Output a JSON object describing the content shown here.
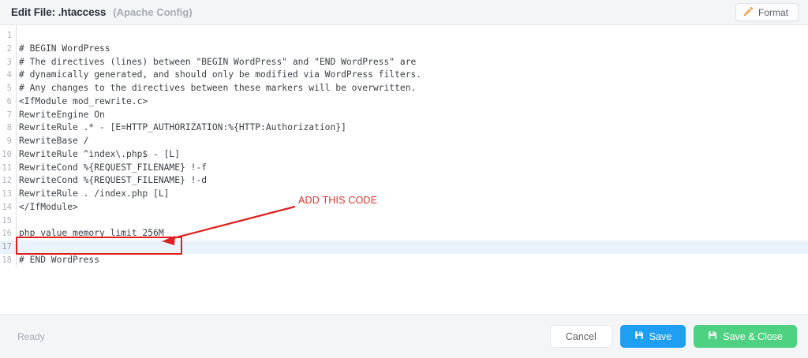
{
  "header": {
    "title": "Edit File: .htaccess",
    "subtitle": "(Apache Config)",
    "format_label": "Format",
    "format_icon": "pen-icon"
  },
  "editor": {
    "language": "apache",
    "active_line": 17,
    "lines": [
      {
        "number": "1",
        "text": ""
      },
      {
        "number": "2",
        "text": "# BEGIN WordPress"
      },
      {
        "number": "3",
        "text": "# The directives (lines) between \"BEGIN WordPress\" and \"END WordPress\" are"
      },
      {
        "number": "4",
        "text": "# dynamically generated, and should only be modified via WordPress filters."
      },
      {
        "number": "5",
        "text": "# Any changes to the directives between these markers will be overwritten."
      },
      {
        "number": "6",
        "text": "<IfModule mod_rewrite.c>"
      },
      {
        "number": "7",
        "text": "RewriteEngine On"
      },
      {
        "number": "8",
        "text": "RewriteRule .* - [E=HTTP_AUTHORIZATION:%{HTTP:Authorization}]"
      },
      {
        "number": "9",
        "text": "RewriteBase /"
      },
      {
        "number": "10",
        "text": "RewriteRule ^index\\.php$ - [L]"
      },
      {
        "number": "11",
        "text": "RewriteCond %{REQUEST_FILENAME} !-f"
      },
      {
        "number": "12",
        "text": "RewriteCond %{REQUEST_FILENAME} !-d"
      },
      {
        "number": "13",
        "text": "RewriteRule . /index.php [L]"
      },
      {
        "number": "14",
        "text": "</IfModule>"
      },
      {
        "number": "15",
        "text": ""
      },
      {
        "number": "16",
        "text": "php_value memory_limit 256M"
      },
      {
        "number": "17",
        "text": ""
      },
      {
        "number": "18",
        "text": "# END WordPress"
      }
    ]
  },
  "annotation": {
    "label": "ADD THIS CODE",
    "color": "#d9342b",
    "box_color": "#e02020",
    "highlighted_line": "16"
  },
  "footer": {
    "status": "Ready",
    "cancel_label": "Cancel",
    "save_label": "Save",
    "save_close_label": "Save & Close",
    "save_icon": "floppy-disk-icon",
    "save_color": "#1e9ff2",
    "save_close_color": "#4fd182"
  }
}
